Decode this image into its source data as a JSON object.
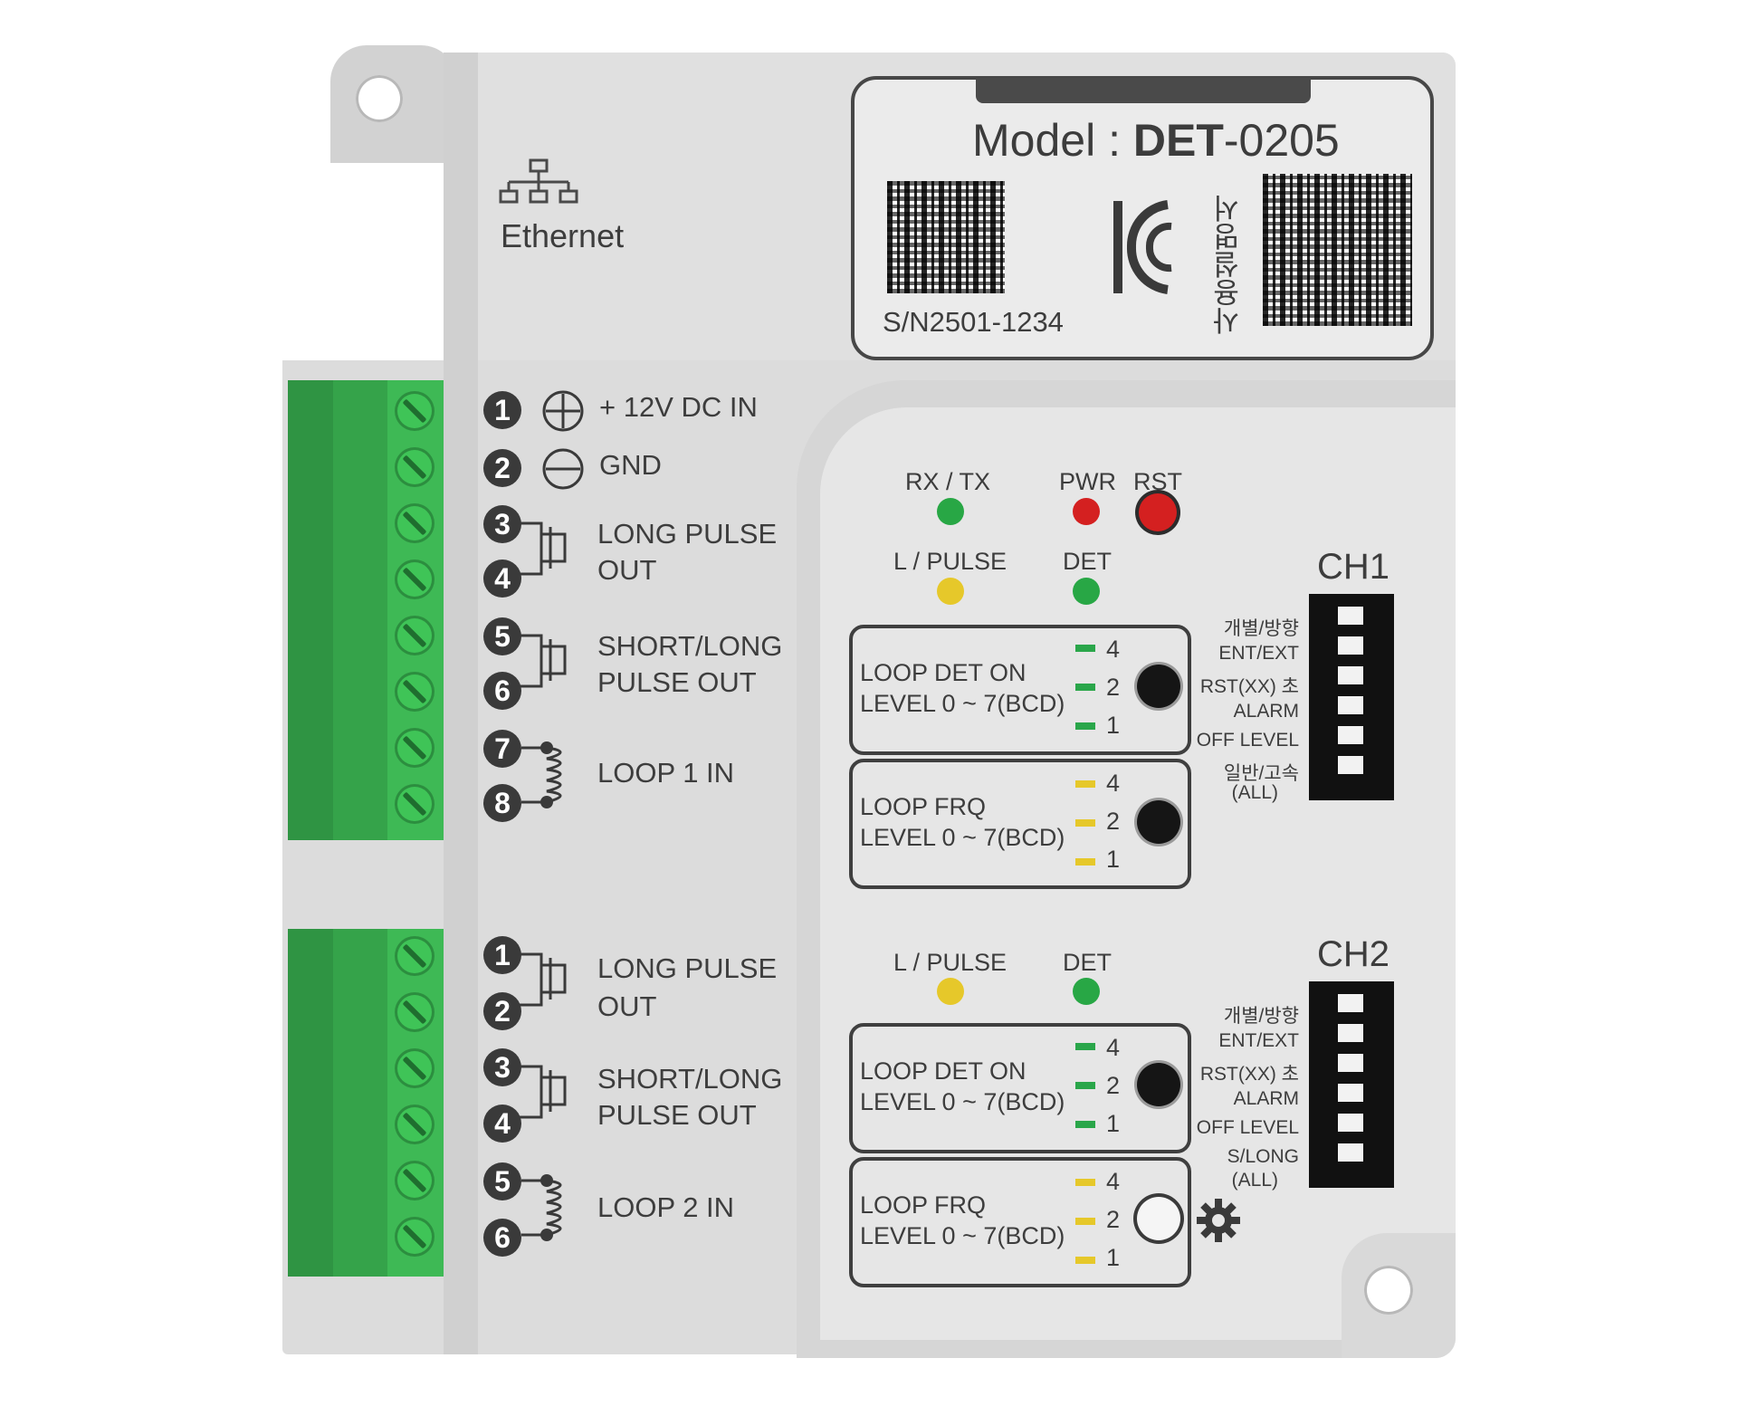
{
  "label": {
    "model_prefix": "Model : ",
    "model": "DET",
    "model_suffix": "-0205",
    "serial": "S/N2501-1234",
    "manual_korean": "사용설명서"
  },
  "ethernet": {
    "label": "Ethernet"
  },
  "ch1_terminals": [
    {
      "num": "1",
      "label": "+ 12V DC IN"
    },
    {
      "num": "2",
      "label": "GND"
    },
    {
      "num": "3",
      "label_line1": "LONG PULSE",
      "label_line2": "OUT"
    },
    {
      "num": "4"
    },
    {
      "num": "5",
      "label_line1": "SHORT/LONG",
      "label_line2": "PULSE OUT"
    },
    {
      "num": "6"
    },
    {
      "num": "7",
      "label": "LOOP 1 IN"
    },
    {
      "num": "8"
    }
  ],
  "ch2_terminals": [
    {
      "num": "1",
      "label_line1": "LONG PULSE",
      "label_line2": "OUT"
    },
    {
      "num": "2"
    },
    {
      "num": "3",
      "label_line1": "SHORT/LONG",
      "label_line2": "PULSE OUT"
    },
    {
      "num": "4"
    },
    {
      "num": "5",
      "label": "LOOP 2 IN"
    },
    {
      "num": "6"
    }
  ],
  "status_leds": {
    "rx_tx": "RX / TX",
    "pwr": "PWR",
    "rst": "RST",
    "ch1_lpulse": "L / PULSE",
    "ch1_det": "DET",
    "ch2_lpulse": "L / PULSE",
    "ch2_det": "DET"
  },
  "level_boxes": {
    "det_line1": "LOOP DET ON",
    "frq_line1": "LOOP FRQ",
    "line2": "LEVEL 0 ~ 7(BCD)",
    "bits": [
      "4",
      "2",
      "1"
    ]
  },
  "ch1": {
    "title": "CH1",
    "dip_labels": [
      "개별/방향",
      "ENT/EXT",
      "RST(XX) 초",
      "ALARM",
      "OFF LEVEL",
      "일반/고속",
      "(ALL)"
    ]
  },
  "ch2": {
    "title": "CH2",
    "dip_labels": [
      "개별/방향",
      "ENT/EXT",
      "RST(XX) 초",
      "ALARM",
      "OFF LEVEL",
      "S/LONG",
      "(ALL)"
    ]
  },
  "colors": {
    "housing": "#dcdcdc",
    "terminal_green": "#35a34a",
    "led_green": "#28a745",
    "led_red": "#d42020",
    "led_yellow": "#e6c82a",
    "text": "#3d3d3d"
  }
}
